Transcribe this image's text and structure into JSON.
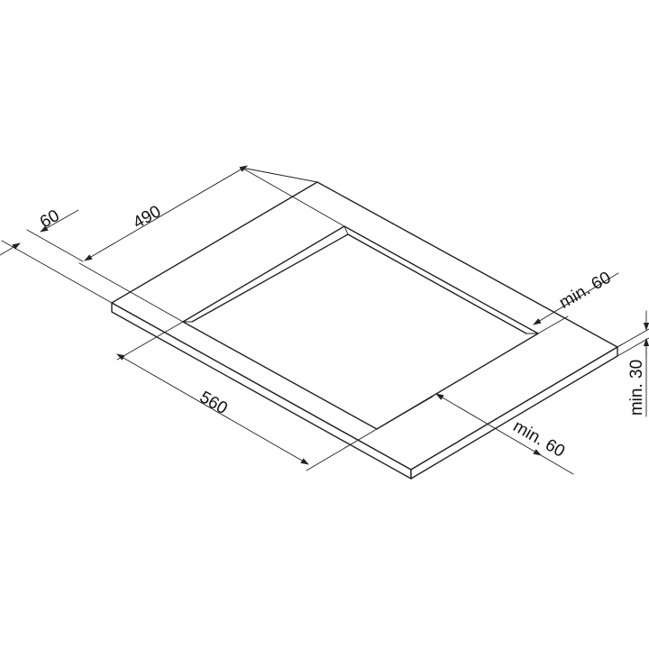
{
  "diagram": {
    "dimensions": {
      "countertop_depth": "560",
      "cutout_depth": "490",
      "front_margin": "60",
      "side_margin_right": "min. 60",
      "side_margin_front": "min. 60",
      "thickness": "min. 30"
    }
  }
}
